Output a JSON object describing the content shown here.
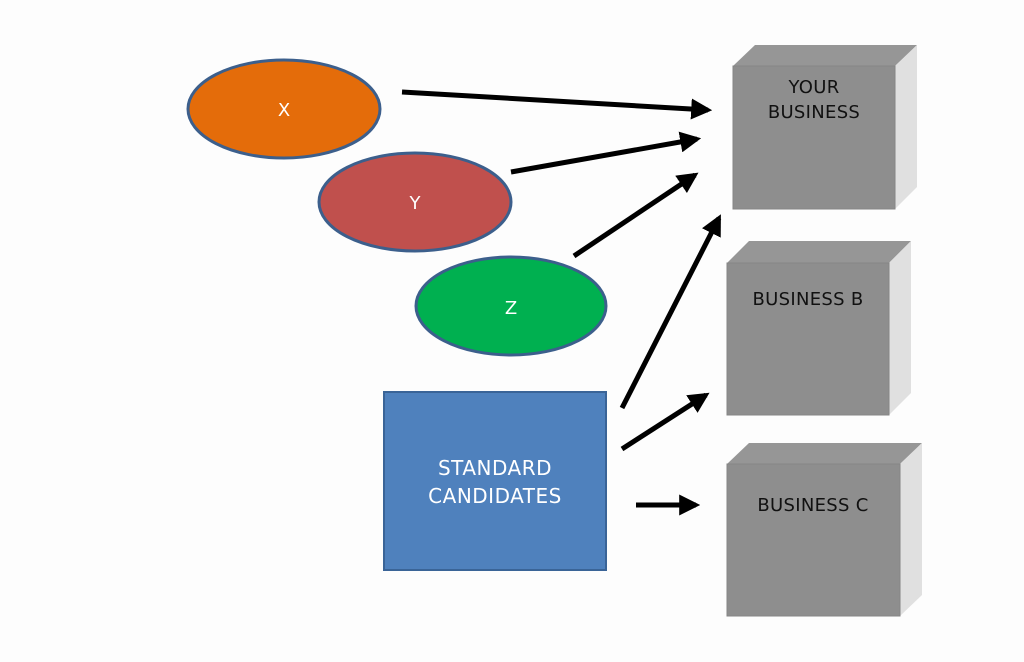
{
  "colors": {
    "background": "#fdfdfd",
    "oval_stroke": "#3c5f8c",
    "arrow": "#000000",
    "cube_front": "#8e8e8e",
    "cube_top": "#969696",
    "cube_side": "#e0e0e0",
    "box_fill": "#4f81bd",
    "box_stroke": "#3a6497"
  },
  "ovals": [
    {
      "id": "x",
      "label": "X",
      "fill": "#e46c0a"
    },
    {
      "id": "y",
      "label": "Y",
      "fill": "#c0504d"
    },
    {
      "id": "z",
      "label": "Z",
      "fill": "#00b050"
    }
  ],
  "standard_box": {
    "lines": [
      "STANDARD",
      "CANDIDATES"
    ]
  },
  "businesses": [
    {
      "id": "your-business",
      "lines": [
        "YOUR",
        "BUSINESS"
      ]
    },
    {
      "id": "business-b",
      "lines": [
        "BUSINESS B"
      ]
    },
    {
      "id": "business-c",
      "lines": [
        "BUSINESS C"
      ]
    }
  ],
  "connections": [
    {
      "from": "x",
      "to": "your-business"
    },
    {
      "from": "y",
      "to": "your-business"
    },
    {
      "from": "z",
      "to": "your-business"
    },
    {
      "from": "standard-candidates",
      "to": "your-business"
    },
    {
      "from": "standard-candidates",
      "to": "business-b"
    },
    {
      "from": "standard-candidates",
      "to": "business-c"
    }
  ]
}
